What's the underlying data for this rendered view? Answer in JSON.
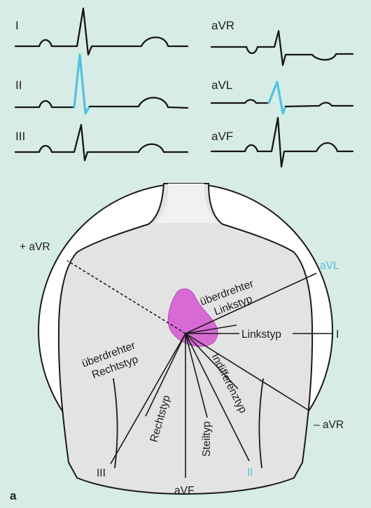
{
  "colors": {
    "background": "#d8ece6",
    "highlight": "#4fc3e0",
    "heart": "#d86ad6",
    "trace": "#151515",
    "body": "#e3e3e3"
  },
  "ecg_panel": {
    "left_leads": [
      {
        "label": "I",
        "highlighted": false
      },
      {
        "label": "II",
        "highlighted": true
      },
      {
        "label": "III",
        "highlighted": false
      }
    ],
    "right_leads": [
      {
        "label": "aVR",
        "highlighted": false
      },
      {
        "label": "aVL",
        "highlighted": true
      },
      {
        "label": "aVF",
        "highlighted": false
      }
    ]
  },
  "axis_diagram": {
    "axis_labels": {
      "plus_avr": "+ aVR",
      "avl": "aVL",
      "i": "I",
      "minus_avr": "– aVR",
      "ii": "II",
      "avf": "aVF",
      "iii": "III"
    },
    "zones": {
      "ueberdrehter_linkstyp": [
        "überdrehter",
        "Linkstyp"
      ],
      "linkstyp": "Linkstyp",
      "ueberdrehter_rechtstyp": [
        "überdrehter",
        "Rechtstyp"
      ],
      "rechtstyp": "Rechtstyp",
      "steiltyp": "Steiltyp",
      "indifferenztyp": "Indifferenztyp"
    }
  },
  "figure_label": "a"
}
